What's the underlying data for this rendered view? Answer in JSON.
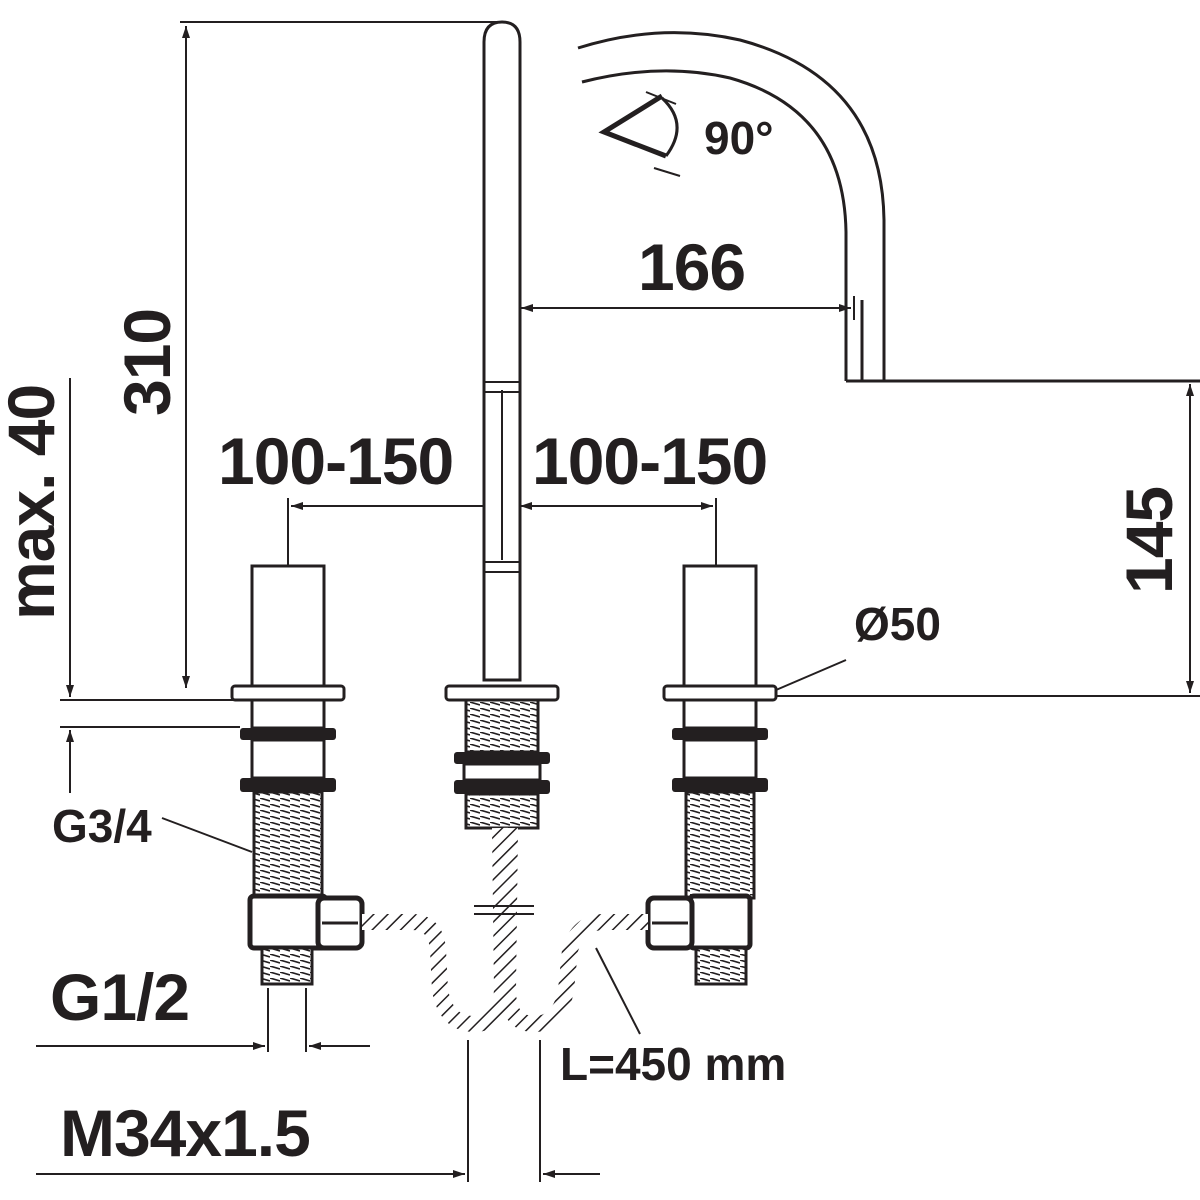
{
  "dimensions": {
    "total_height": "310",
    "max_thickness": "max. 40",
    "spread_left": "100-150",
    "spread_right": "100-150",
    "spout_reach": "166",
    "spout_height": "145",
    "rotation": "90°",
    "diameter": "Ø50",
    "thread_valve": "G3/4",
    "thread_connection": "G1/2",
    "thread_spout": "M34x1.5",
    "hose_length": "L=450 mm"
  },
  "colors": {
    "line": "#231f20",
    "background": "#ffffff"
  }
}
